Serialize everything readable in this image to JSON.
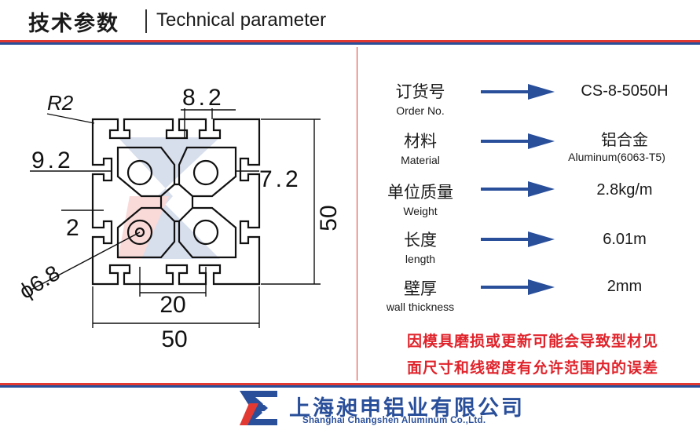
{
  "header": {
    "title_cn": "技术参数",
    "title_en": "Technical parameter"
  },
  "drawing": {
    "dim_r2": "R2",
    "dim_8_2": "8.2",
    "dim_9_2": "9.2",
    "dim_7_2": "7.2",
    "dim_50_right": "50",
    "dim_2": "2",
    "dim_phi": "ϕ6.8",
    "dim_20": "20",
    "dim_50_bottom": "50"
  },
  "params": [
    {
      "label_cn": "订货号",
      "label_en": "Order No.",
      "value": "CS-8-5050H",
      "value_sub": ""
    },
    {
      "label_cn": "材料",
      "label_en": "Material",
      "value": "铝合金",
      "value_sub": "Aluminum(6063-T5)"
    },
    {
      "label_cn": "单位质量",
      "label_en": "Weight",
      "value": "2.8kg/m",
      "value_sub": ""
    },
    {
      "label_cn": "长度",
      "label_en": "length",
      "value": "6.01m",
      "value_sub": ""
    },
    {
      "label_cn": "壁厚",
      "label_en": "wall thickness",
      "value": "2mm",
      "value_sub": ""
    }
  ],
  "note": {
    "line1": "因模具磨损或更新可能会导致型材见",
    "line2": "面尺寸和线密度有允许范围内的误差"
  },
  "footer": {
    "company_cn": "上海昶申铝业有限公司",
    "company_en": "Shanghai  Changshen Aluminum  Co.,Ltd."
  },
  "colors": {
    "accent_red": "#e23a33",
    "accent_blue": "#2a4f9a",
    "arrow_blue": "#2a4f9a",
    "note_red": "#e0232b"
  }
}
